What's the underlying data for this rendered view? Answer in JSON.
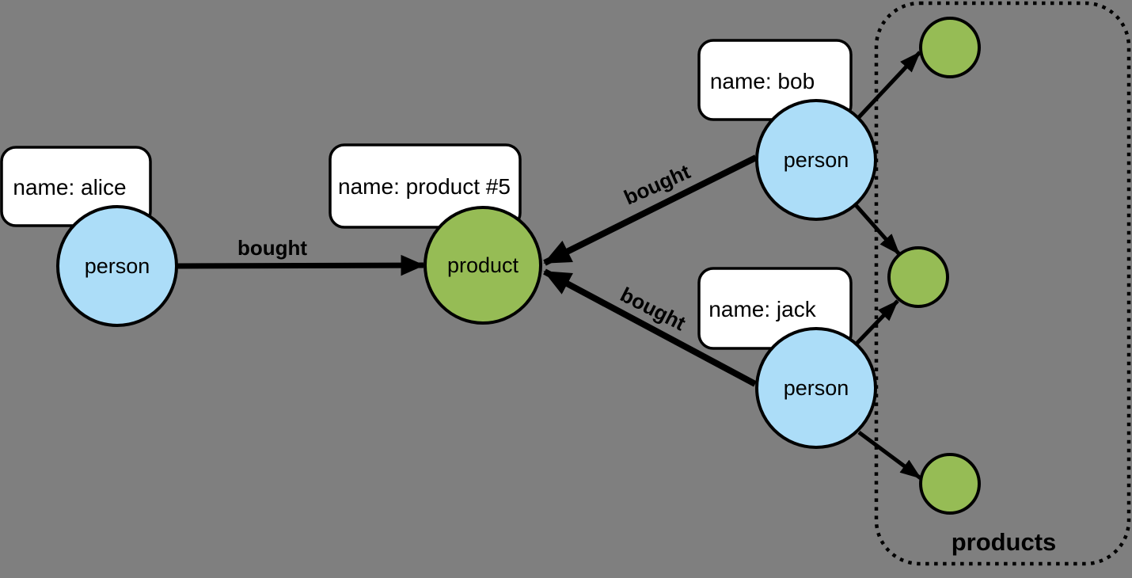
{
  "colors": {
    "background": "#7F7F7F",
    "person_fill": "#ACDDF8",
    "product_fill": "#96BC55",
    "outline": "#000000",
    "label_box_fill": "#FFFFFF"
  },
  "nodes": [
    {
      "id": "alice",
      "kind": "person",
      "label": "person",
      "property": "name: alice"
    },
    {
      "id": "product-5",
      "kind": "product",
      "label": "product",
      "property": "name: product #5"
    },
    {
      "id": "bob",
      "kind": "person",
      "label": "person",
      "property": "name: bob"
    },
    {
      "id": "jack",
      "kind": "person",
      "label": "person",
      "property": "name: jack"
    }
  ],
  "edges": [
    {
      "from": "alice",
      "to": "product-5",
      "label": "bought"
    },
    {
      "from": "bob",
      "to": "product-5",
      "label": "bought"
    },
    {
      "from": "jack",
      "to": "product-5",
      "label": "bought"
    },
    {
      "from": "bob",
      "to": "small-product-1",
      "label": ""
    },
    {
      "from": "bob",
      "to": "small-product-2",
      "label": ""
    },
    {
      "from": "jack",
      "to": "small-product-2",
      "label": ""
    },
    {
      "from": "jack",
      "to": "small-product-3",
      "label": ""
    }
  ],
  "group": {
    "label": "products",
    "unnamed_product_count": 3
  }
}
